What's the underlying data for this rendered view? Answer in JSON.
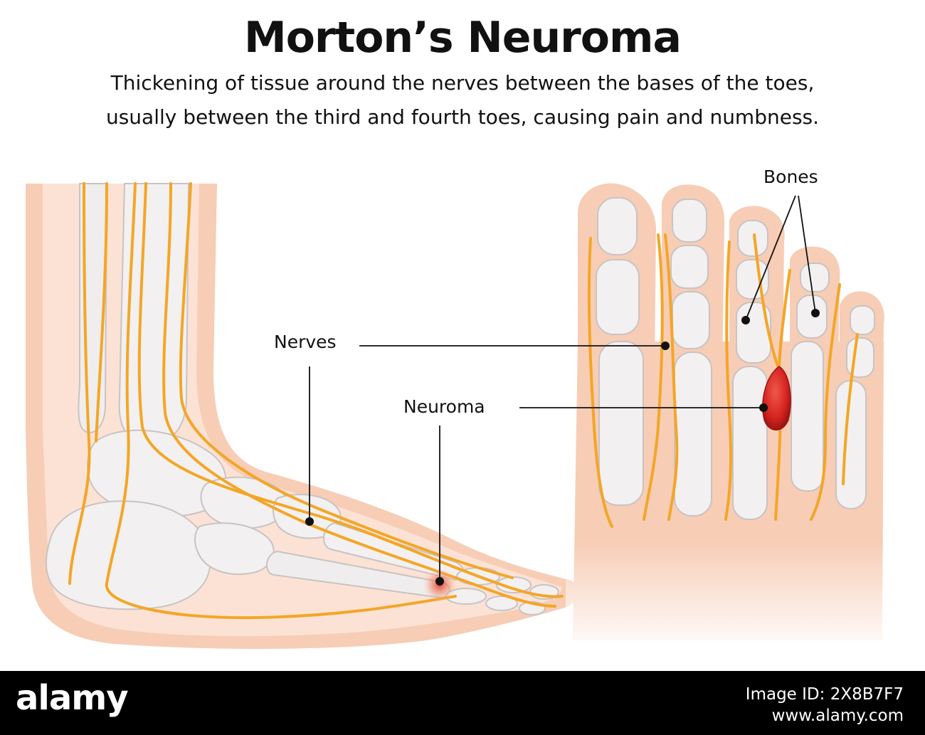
{
  "header": {
    "title": "Morton’s Neuroma",
    "subtitle_line1": "Thickening of tissue around the nerves between the bases of the toes,",
    "subtitle_line2": "usually between the third and fourth toes, causing pain and numbness."
  },
  "labels": {
    "bones": "Bones",
    "nerves": "Nerves",
    "neuroma": "Neuroma"
  },
  "footer": {
    "logo": "alamy",
    "image_id_line1": "Image ID: 2X8B7F7",
    "image_id_line2": "www.alamy.com"
  },
  "colors": {
    "skin": "#f7cdb6",
    "skin_light": "#fbe2d5",
    "bone": "#f2f0f0",
    "bone_outline": "#c9c3c3",
    "nerve": "#f3a626",
    "nerve_light": "#f8cf6a",
    "neuroma": "#d4231f",
    "leader": "#111111"
  }
}
